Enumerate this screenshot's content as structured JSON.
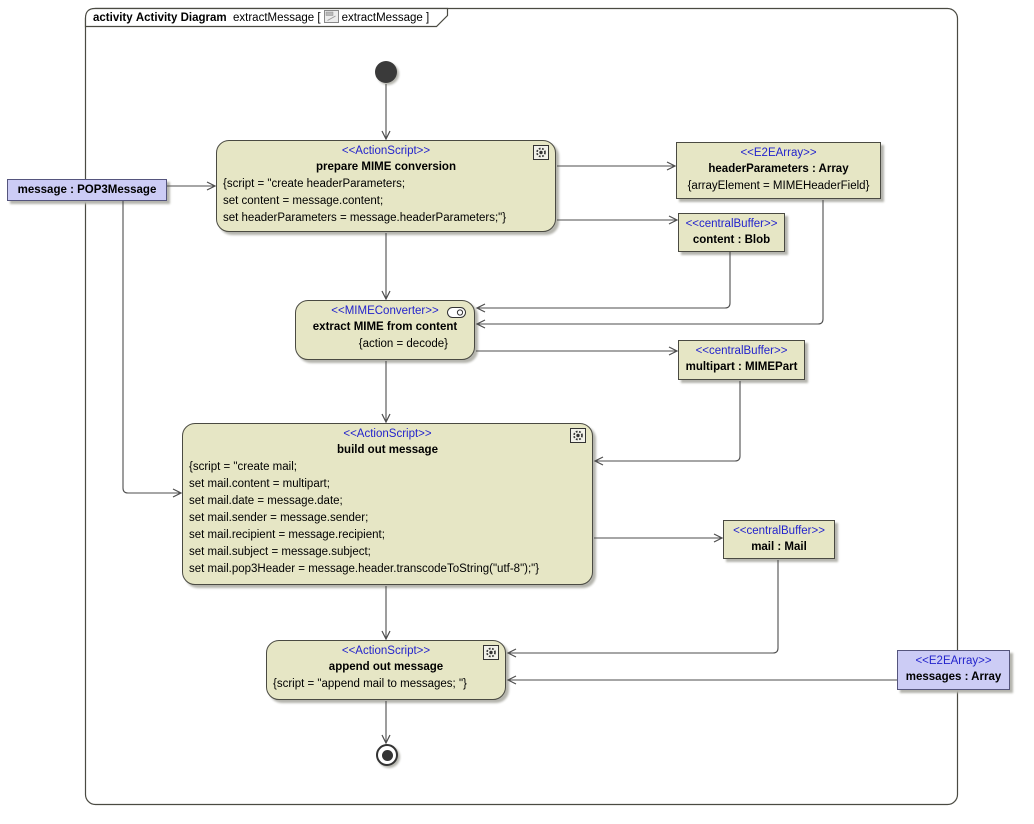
{
  "frame": {
    "keyword": "activity",
    "diagram_type": "Activity Diagram",
    "diagram_name": "extractMessage",
    "bracket_open": "[",
    "ref_name": "extractMessage",
    "bracket_close": "]"
  },
  "nodes": {
    "message_pop3": {
      "name": "message : POP3Message"
    },
    "prepare": {
      "stereotype": "<<ActionScript>>",
      "name": "prepare MIME conversion",
      "lines": [
        "{script = \"create headerParameters;",
        "set content = message.content;",
        "set headerParameters = message.headerParameters;\"}"
      ]
    },
    "header_parameters": {
      "stereotype": "<<E2EArray>>",
      "name": "headerParameters : Array",
      "lines": [
        "{arrayElement = MIMEHeaderField}"
      ]
    },
    "content_blob": {
      "stereotype": "<<centralBuffer>>",
      "name": "content : Blob"
    },
    "extract": {
      "stereotype": "<<MIMEConverter>>",
      "name": "extract MIME from content",
      "lines": [
        "{action = decode}"
      ]
    },
    "multipart": {
      "stereotype": "<<centralBuffer>>",
      "name": "multipart : MIMEPart"
    },
    "build": {
      "stereotype": "<<ActionScript>>",
      "name": "build out message",
      "lines": [
        "{script = \"create mail;",
        "set mail.content = multipart;",
        "set mail.date = message.date;",
        "set mail.sender = message.sender;",
        "set mail.recipient = message.recipient;",
        "set mail.subject = message.subject;",
        "set mail.pop3Header = message.header.transcodeToString(\"utf-8\");\"}"
      ]
    },
    "mail": {
      "stereotype": "<<centralBuffer>>",
      "name": "mail : Mail"
    },
    "append": {
      "stereotype": "<<ActionScript>>",
      "name": "append out message",
      "lines": [
        "{script = \"append mail to messages; \"}"
      ]
    },
    "messages": {
      "stereotype": "<<E2EArray>>",
      "name": "messages : Array"
    }
  },
  "icons": {
    "action_nodes": "gear-icon",
    "converter_node": "pill-connector-icon",
    "title": "diagram-thumbnail-icon"
  },
  "colors": {
    "node_fill": "#e6e6c5",
    "node_border": "#4a4a42",
    "object_fill": "#ccccf5",
    "object_border": "#55557d",
    "stereotype_text": "#2323cc",
    "edge": "#4d4d4d"
  }
}
